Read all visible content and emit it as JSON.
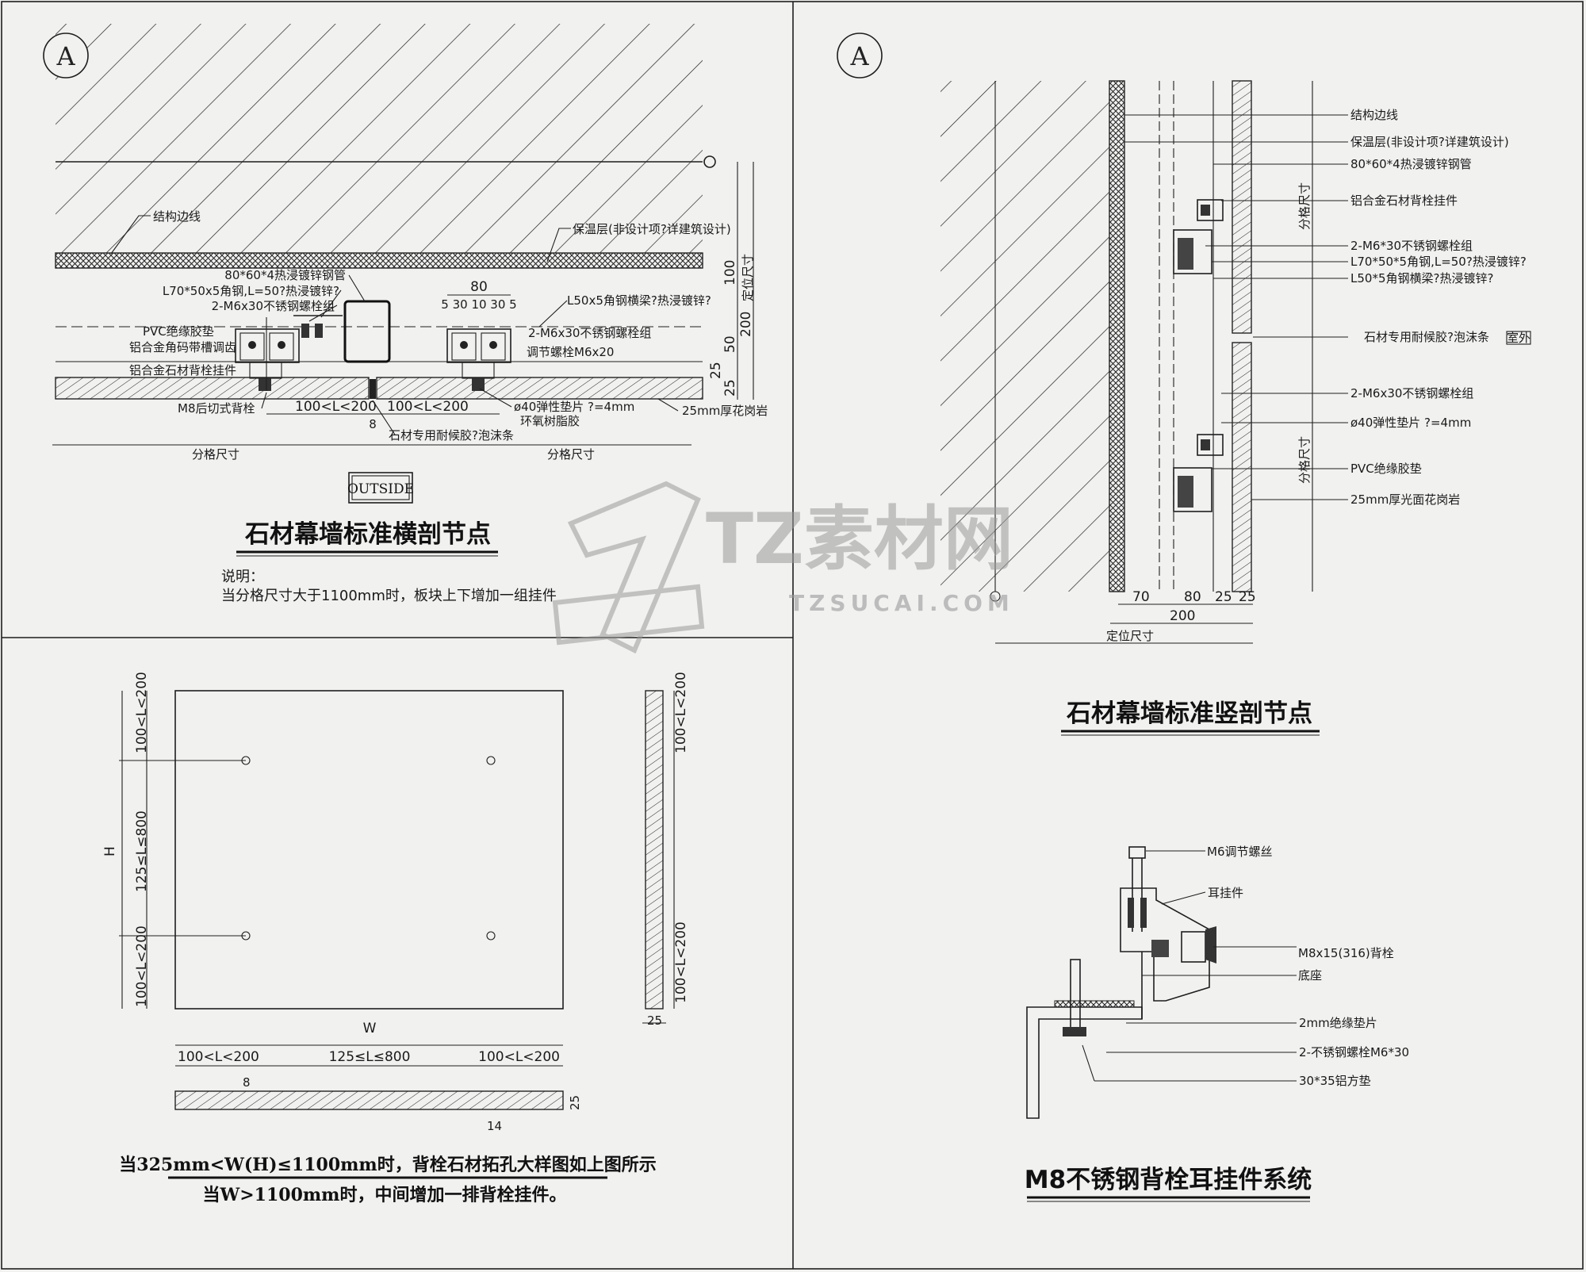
{
  "sheet": {
    "section_marker": "A",
    "horizontal_section": {
      "title": "石材幕墙标准横剖节点",
      "outside_tag": "OUTSIDE",
      "notes_heading": "说明：",
      "notes_text": "当分格尺寸大于1100mm时，板块上下增加一组挂件",
      "labels": {
        "structure_edge": "结构边线",
        "insulation": "保温层(非设计项?详建筑设计)",
        "steel_tube": "80*60*4热浸镀锌钢管",
        "angle_l70": "L70*50x5角钢,L=50?热浸镀锌?",
        "bolts_left": "2-M6x30不锈钢螺栓组",
        "pvc_pad": "PVC绝缘胶垫",
        "alu_bracket": "铝合金角码带槽调齿",
        "alu_hanger": "铝合金石材背栓挂件",
        "m8_anchor": "M8后切式背栓",
        "beam_l50": "L50x5角钢横梁?热浸镀锌?",
        "bolts_right": "2-M6x30不锈钢螺栓组",
        "adjust_bolt": "调节螺栓M6x20",
        "washer": "ø40弹性垫片  ?=4mm",
        "epoxy": "环氧树脂胶",
        "sealant": "石材专用耐候胶?泡沫条",
        "granite": "25mm厚花岗岩",
        "grid_size": "分格尺寸",
        "position_size": "定位尺寸"
      },
      "dims": {
        "w80": "80",
        "split": "5 30 10 30 5",
        "range_a": "100<L<200",
        "range_b": "100<L<200",
        "gap": "8",
        "d100": "100",
        "d200": "200",
        "d50": "50",
        "d25a": "25",
        "d25b": "25"
      }
    },
    "vertical_section": {
      "title": "石材幕墙标准竖剖节点",
      "labels": {
        "structure_edge": "结构边线",
        "insulation": "保温层(非设计项?详建筑设计)",
        "steel_tube": "80*60*4热浸镀锌钢管",
        "alu_hanger": "铝合金石材背栓挂件",
        "bolts_top": "2-M6*30不锈钢螺栓组",
        "angle_l70": "L70*50*5角钢,L=50?热浸镀锌?",
        "beam_l50": "L50*5角钢横梁?热浸镀锌?",
        "sealant": "石材专用耐候胶?泡沫条",
        "outdoor_tag": "室外",
        "bolts_bottom": "2-M6x30不锈钢螺栓组",
        "washer": "ø40弹性垫片  ?=4mm",
        "pvc_pad": "PVC绝缘胶垫",
        "granite": "25mm厚光面花岗岩",
        "grid_size": "分格尺寸",
        "position_size": "定位尺寸"
      },
      "dims": {
        "d70": "70",
        "d80": "80",
        "d25a": "25",
        "d25b": "25",
        "d200": "200"
      }
    },
    "panel_detail": {
      "caption_1": "当325mm<W(H)≤1100mm时，背栓石材拓孔大样图如上图所示",
      "caption_2": "当W>1100mm时，中间增加一排背栓挂件。",
      "dims": {
        "h": "H",
        "w": "W",
        "edge_a": "100<L<200",
        "mid": "125≤L≤800",
        "edge_b": "100<L<200",
        "thick": "25",
        "hole": "14",
        "depth": "8"
      }
    },
    "hanger_detail": {
      "title": "M8不锈钢背栓耳挂件系统",
      "labels": {
        "adjust_screw": "M6调节螺丝",
        "ear_hanger": "耳挂件",
        "anchor": "M8x15(316)背栓",
        "base": "底座",
        "insulation_pad": "2mm绝缘垫片",
        "bolts": "2-不锈钢螺栓M6*30",
        "square_pad": "30*35铝方垫"
      }
    },
    "watermark": {
      "text": "TZ素材网",
      "url_text": "TZSUCAI.COM"
    }
  }
}
